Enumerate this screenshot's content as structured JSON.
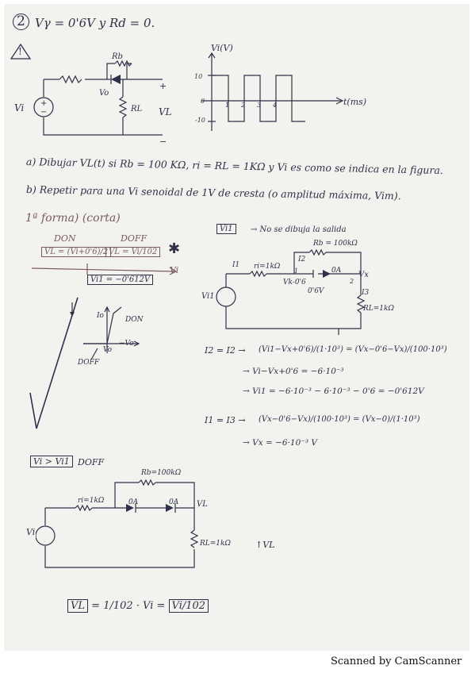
{
  "header": {
    "number": "2",
    "params": "Vγ = 0'6V   y   Rd = 0.",
    "warning_mark": "!"
  },
  "circuit1": {
    "rb": "Rb",
    "vo": "Vo",
    "rl": "RL",
    "vi": "Vi",
    "vl": "VL",
    "plus": "+",
    "minus": "−"
  },
  "graph": {
    "ylabel": "Vi(V)",
    "xlabel": "t(ms)",
    "y_ticks": [
      "10",
      "0",
      "-10"
    ],
    "x_ticks": [
      "1",
      "2",
      "3",
      "4"
    ]
  },
  "questions": {
    "a": "a) Dibujar VL(t) si Rb = 100 KΩ, ri = RL = 1KΩ y Vi es como se indica en la figura.",
    "b": "b) Repetir para una Vi senoidal de 1V de cresta (o amplitud máxima, Vim)."
  },
  "left_analysis": {
    "title": "1ª forma) (corta)",
    "don": "DON",
    "doff": "DOFF",
    "formula_on": "VL = (Vi+0'6)/2",
    "formula_off": "VL = Vi/102",
    "threshold": "Vi1 = −0'612V",
    "axis_vi": "Vi",
    "axis_io": "Io",
    "arrow_don": "DON",
    "axis_vo": "−Vo",
    "axis_vo2": "Vo",
    "arrow_doff": "DOFF",
    "star": "✱"
  },
  "right_analysis": {
    "note_box": "Vi1",
    "note": "→ No se dibuja la salida",
    "rb": "Rb = 100kΩ",
    "i1": "I1",
    "i2": "I2",
    "i3": "I3",
    "ri": "ri=1kΩ",
    "vk": "Vk-0'6",
    "v06": "0'6V",
    "oa": "0A",
    "vx": "Vx",
    "vi1": "Vi1",
    "rl": "RL=1kΩ",
    "n1": "1",
    "n2": "2",
    "eq1_a": "I2 = I2 →",
    "eq1_b": "(Vi1−Vx+0'6)/(1·10³) = (Vx−0'6−Vx)/(100·10³)",
    "eq1_c": "→ Vi−Vx+0'6 = −6·10⁻³",
    "eq1_d": "→ Vi1 = −6·10⁻³ − 6·10⁻³ − 0'6 = −0'612V",
    "eq2_a": "I1 = I3 →",
    "eq2_b": "(Vx−0'6−Vx)/(100·10³) = (Vx−0)/(1·10³)",
    "eq2_c": "→ Vx = −6·10⁻³ V"
  },
  "bottom": {
    "condition": "Vi > Vi1",
    "state": "DOFF",
    "rb": "Rb=100kΩ",
    "ri": "ri=1kΩ",
    "oa1": "0A",
    "oa2": "0A",
    "vl_node": "VL",
    "vi": "Vi",
    "rl": "RL=1kΩ",
    "vl": "VL",
    "final_lhs": "VL",
    "final_mid": "= 1/102 · Vi =",
    "final_rhs": "Vi/102"
  },
  "footer": {
    "text": "Scanned by CamScanner"
  }
}
